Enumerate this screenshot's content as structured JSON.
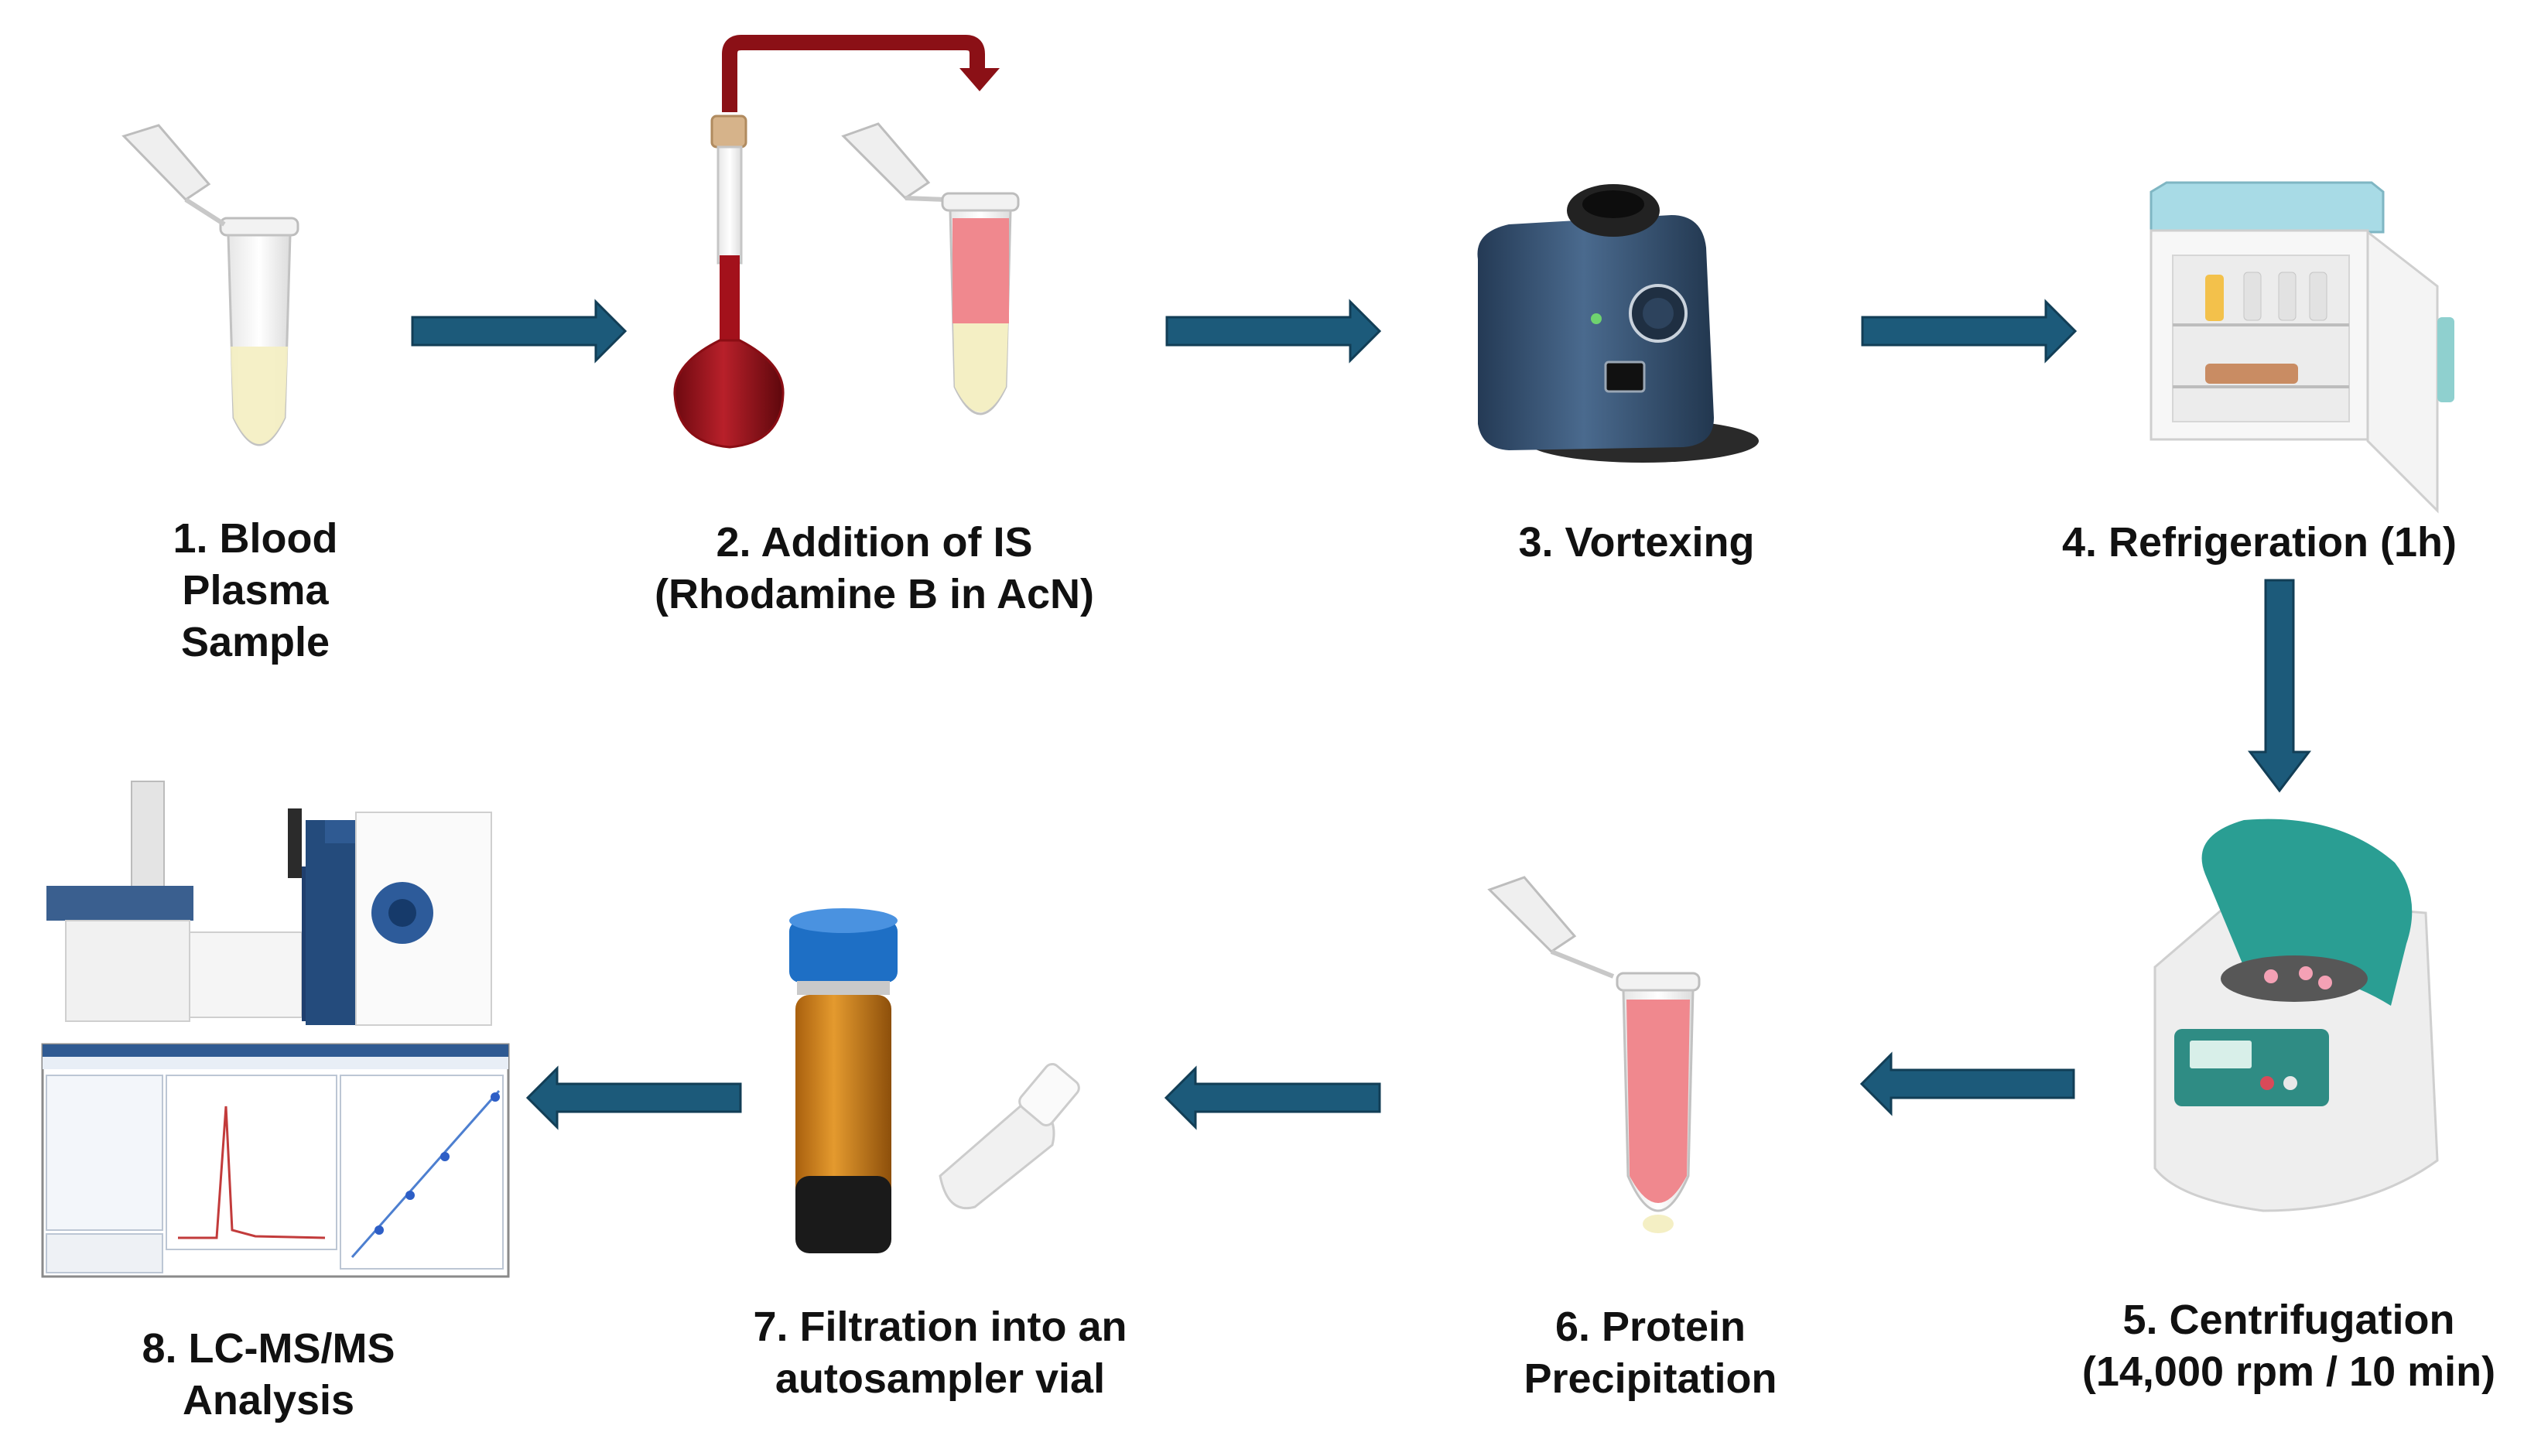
{
  "colors": {
    "arrow": "#1c5a7a",
    "arrow_dark": "#123e56",
    "transfer_arrow": "#8b1016",
    "plasma": "#f4efc4",
    "rhodamine": "#a3111b",
    "pink_layer": "#f0888e",
    "vortex_body": "#35506f",
    "fridge_top": "#a8dbe6",
    "centrifuge_lid": "#2a9e93",
    "vial_cap": "#1e6fc5",
    "amber_glass": "#d98a1e"
  },
  "steps": [
    {
      "id": 1,
      "lines": [
        "1. Blood",
        "Plasma",
        "Sample"
      ],
      "icon": "microtube-plasma-icon"
    },
    {
      "id": 2,
      "lines": [
        "2. Addition of IS",
        "(Rhodamine B in AcN)"
      ],
      "icon": "volumetric-flask-icon"
    },
    {
      "id": 3,
      "lines": [
        "3. Vortexing"
      ],
      "icon": "vortex-mixer-icon"
    },
    {
      "id": 4,
      "lines": [
        "4. Refrigeration (1h)"
      ],
      "icon": "refrigerator-icon"
    },
    {
      "id": 5,
      "lines": [
        "5. Centrifugation",
        "(14,000 rpm / 10 min)"
      ],
      "icon": "centrifuge-icon"
    },
    {
      "id": 6,
      "lines": [
        "6. Protein",
        "Precipitation"
      ],
      "icon": "microtube-precipitate-icon"
    },
    {
      "id": 7,
      "lines": [
        "7. Filtration into an",
        "autosampler vial"
      ],
      "icon": "autosampler-vial-icon"
    },
    {
      "id": 8,
      "lines": [
        "8. LC-MS/MS",
        "Analysis"
      ],
      "icon": "lcms-instrument-icon"
    }
  ]
}
